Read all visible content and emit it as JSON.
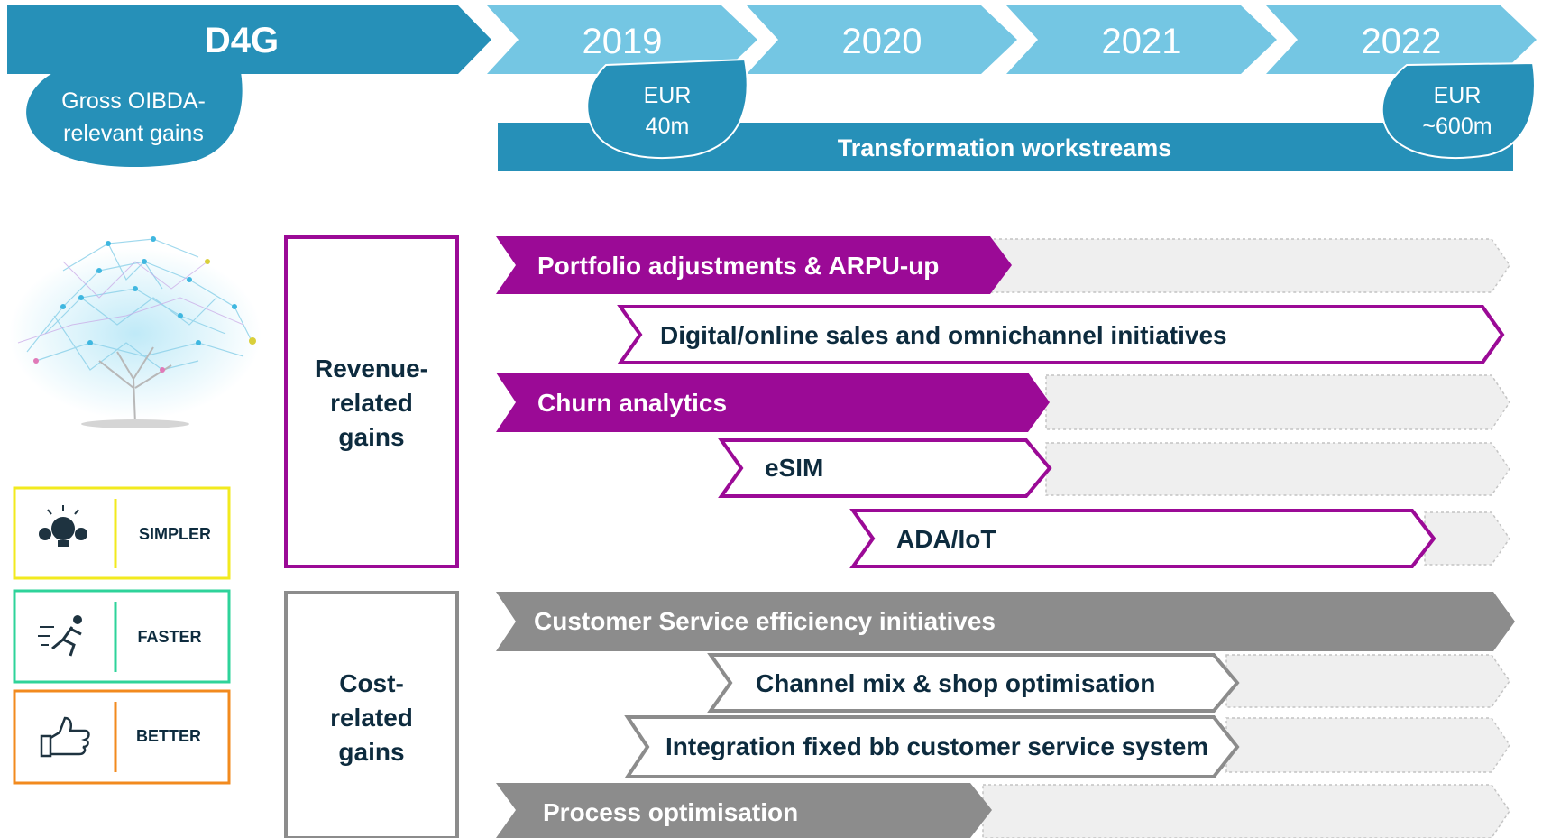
{
  "header": {
    "d4g_label": "D4G",
    "years": [
      "2019",
      "2020",
      "2021",
      "2022"
    ],
    "gross_label_line1": "Gross OIBDA-",
    "gross_label_line2": "relevant gains",
    "start_value_line1": "EUR",
    "start_value_line2": "40m",
    "end_value_line1": "EUR",
    "end_value_line2": "~600m",
    "workstreams_label": "Transformation workstreams"
  },
  "pillars": [
    {
      "label": "SIMPLER",
      "icon": "lightbulb-icon",
      "color": "#f2ea1e"
    },
    {
      "label": "FASTER",
      "icon": "runner-icon",
      "color": "#2ed39a"
    },
    {
      "label": "BETTER",
      "icon": "thumbs-up-icon",
      "color": "#f28a1e"
    }
  ],
  "groups": {
    "revenue": {
      "line1": "Revenue-",
      "line2": "related",
      "line3": "gains",
      "color": "#9b0a96"
    },
    "cost": {
      "line1": "Cost-",
      "line2": "related",
      "line3": "gains",
      "color": "#8c8c8c"
    }
  },
  "workstreams": {
    "portfolio": "Portfolio adjustments & ARPU-up",
    "digital": "Digital/online sales and omnichannel initiatives",
    "churn": "Churn analytics",
    "esim": "eSIM",
    "ada": "ADA/IoT",
    "customer": "Customer Service efficiency initiatives",
    "channel": "Channel mix & shop optimisation",
    "integration": "Integration fixed bb customer service system",
    "process": "Process optimisation"
  },
  "colors": {
    "teal_dark": "#2690b8",
    "teal_light": "#74c6e3",
    "purple": "#9b0a96",
    "grey": "#8c8c8c",
    "track": "#efefef"
  }
}
